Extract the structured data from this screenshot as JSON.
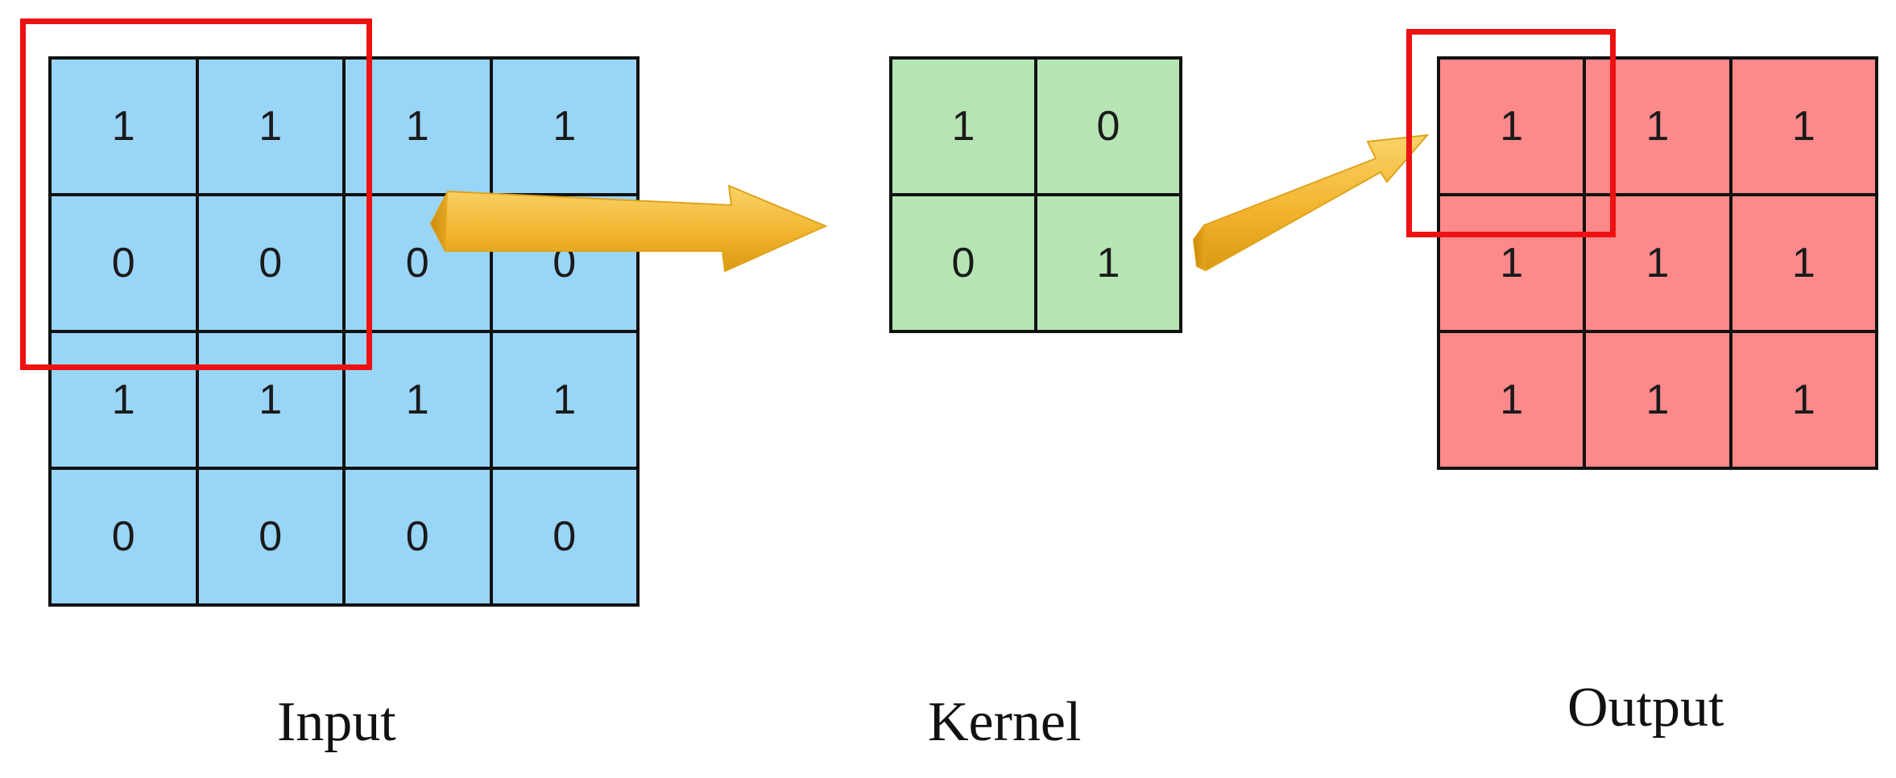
{
  "input": {
    "label": "Input",
    "values": [
      [
        "1",
        "1",
        "1",
        "1"
      ],
      [
        "0",
        "0",
        "0",
        "0"
      ],
      [
        "1",
        "1",
        "1",
        "1"
      ],
      [
        "0",
        "0",
        "0",
        "0"
      ]
    ]
  },
  "kernel": {
    "label": "Kernel",
    "values": [
      [
        "1",
        "0"
      ],
      [
        "0",
        "1"
      ]
    ]
  },
  "output": {
    "label": "Output",
    "values": [
      [
        "1",
        "1",
        "1"
      ],
      [
        "1",
        "1",
        "1"
      ],
      [
        "1",
        "1",
        "1"
      ]
    ]
  },
  "colors": {
    "input_cell": "#99d5f7",
    "kernel_cell": "#b6e5b4",
    "output_cell": "#fd898a",
    "highlight": "#ee1111",
    "arrow": "#f3b52f",
    "grid_line": "#111111"
  }
}
